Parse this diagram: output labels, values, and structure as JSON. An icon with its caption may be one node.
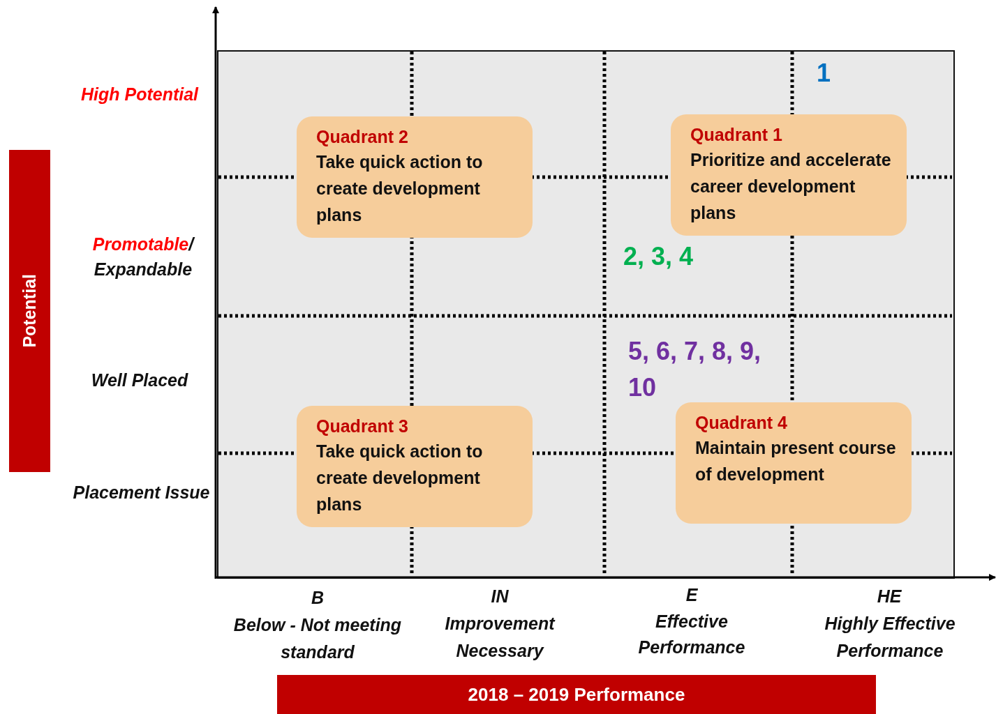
{
  "diagram": {
    "nodes": [
      {
        "text": [
          "Quadrant 2",
          "Take quick action to create development plans"
        ]
      },
      {
        "text": [
          "Quadrant 1",
          "Prioritize and accelerate career development plans"
        ]
      },
      {
        "text": [
          "Potential"
        ]
      },
      {
        "text": [
          "Quadrant 3",
          "Take quick action to create development plans"
        ]
      },
      {
        "text": [
          "Quadrant 4",
          "Maintain present course of development"
        ]
      },
      {
        "text": [
          "2018 – 2019 Performance"
        ]
      }
    ],
    "labels": [
      "High Potential",
      "1",
      "Promotable",
      "/ Expandable",
      "2, 3, 4",
      "5, 6, 7, 8, 9, 10",
      "Well Placed",
      "Placement Issue",
      "B",
      "Below - Not meeting standard",
      "IN",
      "Improvement Necessary",
      "E",
      "Effective Performance",
      "HE",
      "Highly Effective Performance"
    ]
  }
}
